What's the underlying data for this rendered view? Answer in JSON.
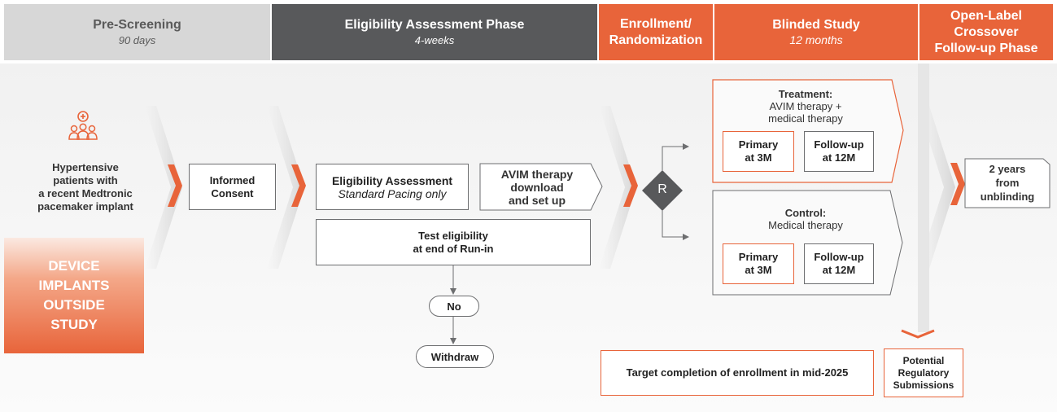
{
  "phases": {
    "pre_screening": {
      "title": "Pre-Screening",
      "sub": "90 days"
    },
    "eligibility": {
      "title": "Eligibility Assessment Phase",
      "sub": "4-weeks"
    },
    "enrollment": {
      "line1": "Enrollment/",
      "line2": "Randomization"
    },
    "blinded": {
      "title": "Blinded Study",
      "sub": "12 months"
    },
    "open_label": {
      "line1": "Open-Label",
      "line2": "Crossover",
      "line3": "Follow-up Phase"
    }
  },
  "patients": {
    "line1": "Hypertensive",
    "line2": "patients with",
    "line3": "a recent Medtronic",
    "line4": "pacemaker implant"
  },
  "device_implants": {
    "line1": "DEVICE",
    "line2": "IMPLANTS",
    "line3": "OUTSIDE",
    "line4": "STUDY"
  },
  "informed_consent": {
    "line1": "Informed",
    "line2": "Consent"
  },
  "eligibility_assessment": {
    "title": "Eligibility Assessment",
    "sub": "Standard Pacing only"
  },
  "avim_setup": {
    "line1": "AVIM therapy",
    "line2": "download",
    "line3": "and set up"
  },
  "test_eligibility": {
    "line1": "Test eligibility",
    "line2": "at end of Run-in"
  },
  "no_label": "No",
  "withdraw_label": "Withdraw",
  "randomize_label": "R",
  "treatment": {
    "title": "Treatment:",
    "line1": "AVIM therapy +",
    "line2": "medical therapy",
    "primary": {
      "line1": "Primary",
      "line2": "at 3M"
    },
    "followup": {
      "line1": "Follow-up",
      "line2": "at 12M"
    }
  },
  "control": {
    "title": "Control:",
    "line1": "Medical therapy",
    "primary": {
      "line1": "Primary",
      "line2": "at 3M"
    },
    "followup": {
      "line1": "Follow-up",
      "line2": "at 12M"
    }
  },
  "two_years": {
    "line1": "2 years",
    "line2": "from",
    "line3": "unblinding"
  },
  "target_completion": "Target completion of enrollment in mid-2025",
  "regulatory": {
    "line1": "Potential",
    "line2": "Regulatory",
    "line3": "Submissions"
  },
  "colors": {
    "accent": "#e8643a",
    "dark_gray": "#58595b",
    "light_gray": "#d7d7d7"
  },
  "icons": {
    "patients_icon": "group-of-people-with-medical-cross-icon"
  }
}
